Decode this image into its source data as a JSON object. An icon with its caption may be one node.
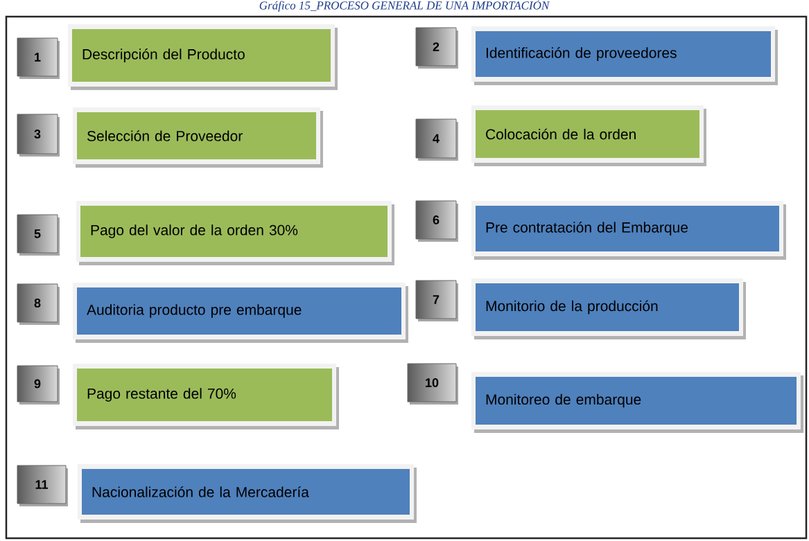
{
  "diagram": {
    "title": "Gráfico 15_PROCESO GENERAL DE UNA IMPORTACIÓN",
    "nodes": [
      {
        "text": [
          "1"
        ]
      },
      {
        "text": [
          "Descripción del Producto"
        ]
      },
      {
        "text": [
          "2"
        ]
      },
      {
        "text": [
          "Identificación de proveedores"
        ]
      },
      {
        "text": [
          "3"
        ]
      },
      {
        "text": [
          "Selección de Proveedor"
        ]
      },
      {
        "text": [
          "4"
        ]
      },
      {
        "text": [
          "Colocación de la orden"
        ]
      },
      {
        "text": [
          "5"
        ]
      },
      {
        "text": [
          "Pago del valor de la orden  30%"
        ]
      },
      {
        "text": [
          "6"
        ]
      },
      {
        "text": [
          "Pre contratación del Embarque"
        ]
      },
      {
        "text": [
          "8"
        ]
      },
      {
        "text": [
          "Auditoria producto pre embarque"
        ]
      },
      {
        "text": [
          "7"
        ]
      },
      {
        "text": [
          "Monitorio de la producción"
        ]
      },
      {
        "text": [
          "9"
        ]
      },
      {
        "text": [
          "Pago restante del 70%"
        ]
      },
      {
        "text": [
          "10"
        ]
      },
      {
        "text": [
          "Monitoreo de embarque"
        ]
      },
      {
        "text": [
          "11"
        ]
      },
      {
        "text": [
          "Nacionalización de la Mercadería"
        ]
      }
    ],
    "edges": []
  }
}
